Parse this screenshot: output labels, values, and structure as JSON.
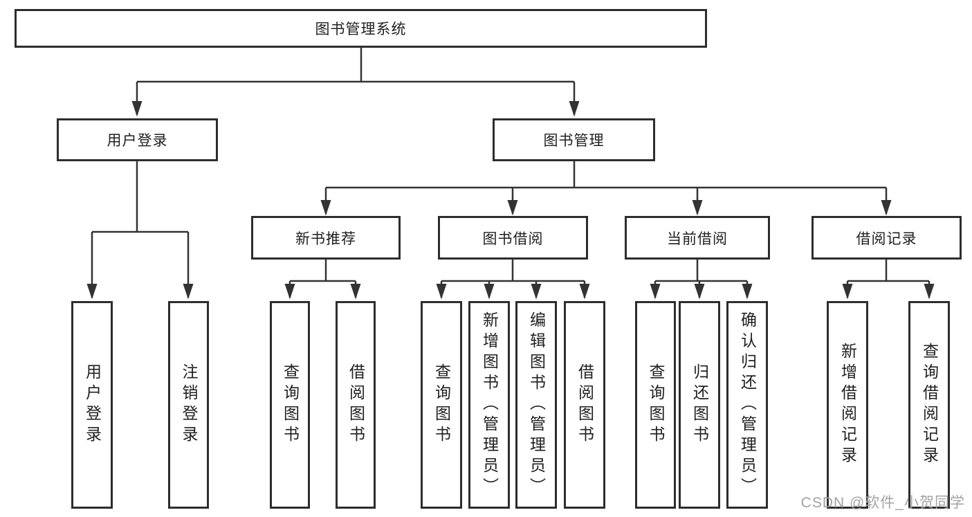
{
  "diagram": {
    "tree": {
      "label": "图书管理系统",
      "children": [
        {
          "label": "用户登录",
          "children": [
            {
              "label": "用户登录"
            },
            {
              "label": "注销登录"
            }
          ]
        },
        {
          "label": "图书管理",
          "children": [
            {
              "label": "新书推荐",
              "children": [
                {
                  "label": "查询图书"
                },
                {
                  "label": "借阅图书"
                }
              ]
            },
            {
              "label": "图书借阅",
              "children": [
                {
                  "label": "查询图书"
                },
                {
                  "label": "新增图书（管理员）"
                },
                {
                  "label": "编辑图书（管理员）"
                },
                {
                  "label": "借阅图书"
                }
              ]
            },
            {
              "label": "当前借阅",
              "children": [
                {
                  "label": "查询图书"
                },
                {
                  "label": "归还图书"
                },
                {
                  "label": "确认归还（管理员）"
                }
              ]
            },
            {
              "label": "借阅记录",
              "children": [
                {
                  "label": "新增借阅记录"
                },
                {
                  "label": "查询借阅记录"
                }
              ]
            }
          ]
        }
      ]
    },
    "colors": {
      "line": "#333333",
      "border": "#2d2d2d",
      "text": "#1f1f1f"
    }
  },
  "watermark": {
    "text": "CSDN @软件_小贺同学",
    "color": "#a2a2a2"
  }
}
